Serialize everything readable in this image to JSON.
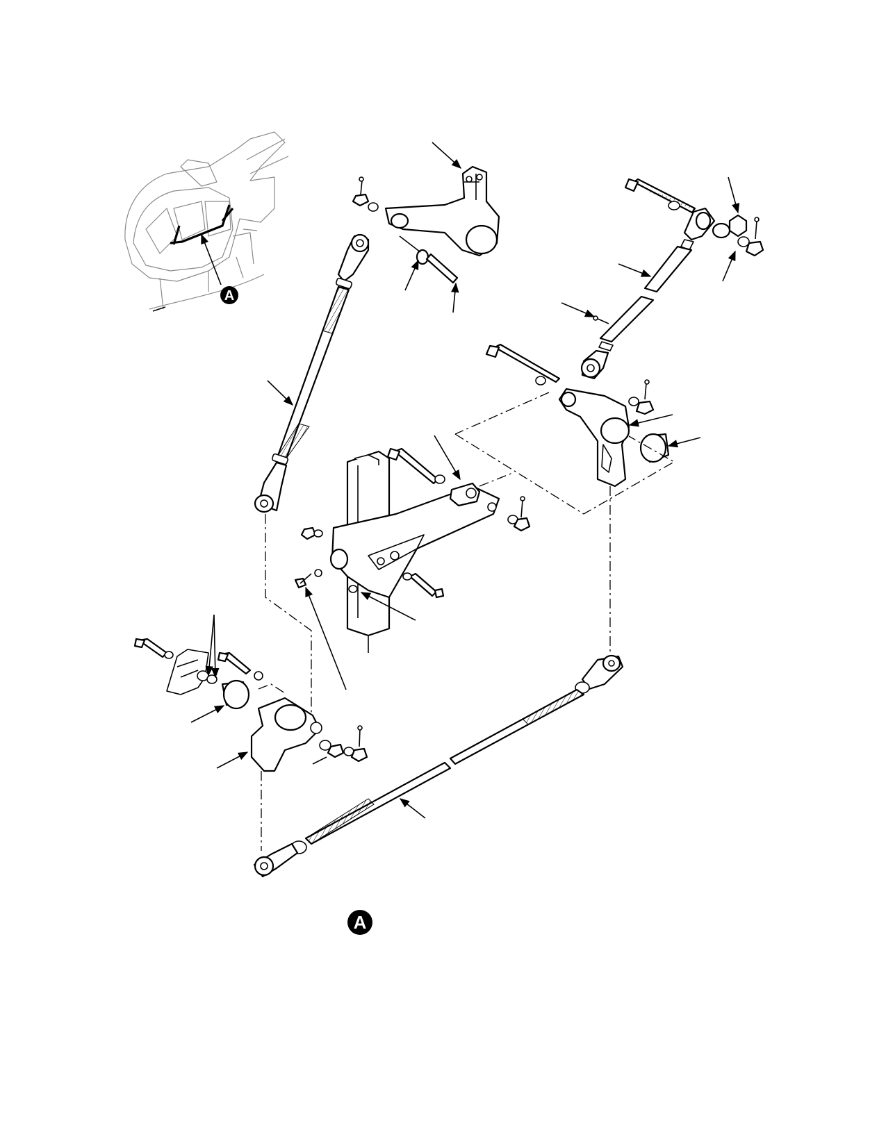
{
  "figure": {
    "detail_callout_letter": "A",
    "detail_label_letter": "A",
    "colors": {
      "ink": "#000000",
      "ghost_outline": "#8a8a8a",
      "paper": "#ffffff"
    },
    "icons": [
      "arrowhead-icon",
      "detail-callout-circle"
    ]
  }
}
